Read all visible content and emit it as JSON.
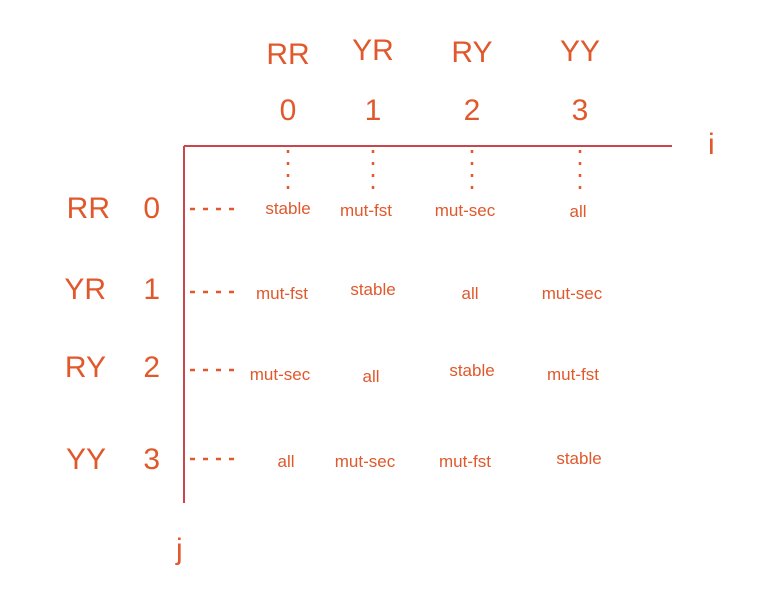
{
  "accent": "#e0582b",
  "axis_color": "#c9464f",
  "axes": {
    "horizontal": "i",
    "vertical": "j"
  },
  "columns": [
    {
      "label": "RR",
      "index": "0"
    },
    {
      "label": "YR",
      "index": "1"
    },
    {
      "label": "RY",
      "index": "2"
    },
    {
      "label": "YY",
      "index": "3"
    }
  ],
  "rows": [
    {
      "label": "RR",
      "index": "0",
      "cells": [
        "stable",
        "mut-fst",
        "mut-sec",
        "all"
      ]
    },
    {
      "label": "YR",
      "index": "1",
      "cells": [
        "mut-fst",
        "stable",
        "all",
        "mut-sec"
      ]
    },
    {
      "label": "RY",
      "index": "2",
      "cells": [
        "mut-sec",
        "all",
        "stable",
        "mut-fst"
      ]
    },
    {
      "label": "YY",
      "index": "3",
      "cells": [
        "all",
        "mut-sec",
        "mut-fst",
        "stable"
      ]
    }
  ]
}
